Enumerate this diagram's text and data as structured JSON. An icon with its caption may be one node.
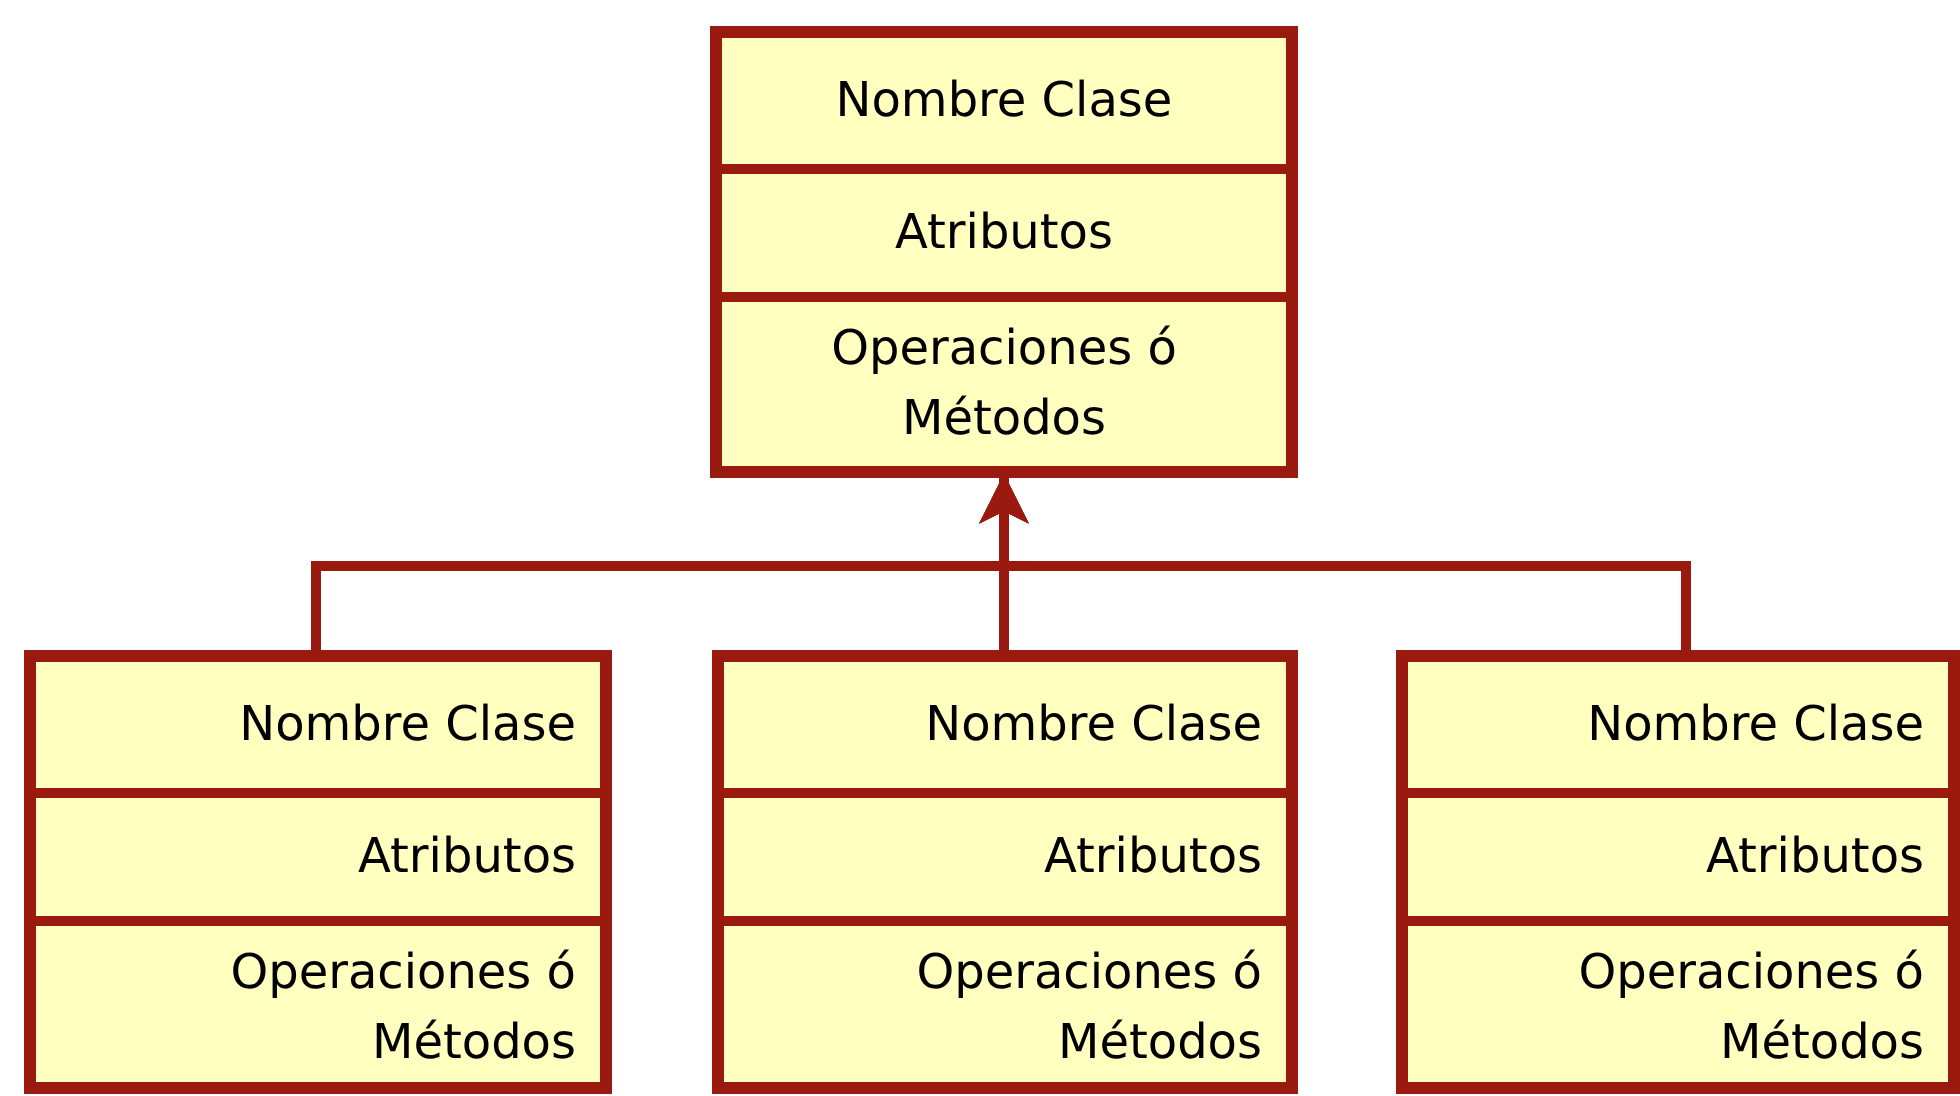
{
  "diagram": {
    "nodes": [
      {
        "text": [
          "Nombre Clase",
          "Atributos",
          "Operaciones ó Métodos"
        ]
      },
      {
        "text": [
          "Nombre Clase",
          "Atributos",
          "Operaciones ó Métodos"
        ]
      },
      {
        "text": [
          "Nombre Clase",
          "Atributos",
          "Operaciones ó Métodos"
        ]
      },
      {
        "text": [
          "Nombre Clase",
          "Atributos",
          "Operaciones ó Métodos"
        ]
      }
    ],
    "edges": [
      {
        "from": 1,
        "to": 0,
        "arrow": "to"
      },
      {
        "from": 2,
        "to": 0,
        "arrow": "to"
      },
      {
        "from": 3,
        "to": 0,
        "arrow": "to"
      }
    ]
  }
}
